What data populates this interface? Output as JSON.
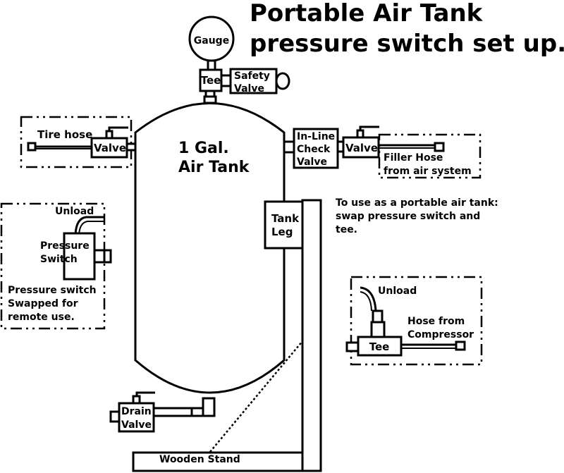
{
  "title": {
    "line1": "Portable Air Tank",
    "line2": "pressure switch set up."
  },
  "labels": {
    "gauge": "Gauge",
    "tee_top": "Tee",
    "safety_valve_1": "Safety",
    "safety_valve_2": "Valve",
    "tank_1": "1 Gal.",
    "tank_2": "Air Tank",
    "tire_hose": "Tire hose",
    "valve_left": "Valve",
    "check_valve_1": "In-Line",
    "check_valve_2": "Check",
    "check_valve_3": "Valve",
    "valve_right": "Valve",
    "filler_hose_1": "Filler Hose",
    "filler_hose_2": "from air system",
    "tank_leg_1": "Tank",
    "tank_leg_2": "Leg",
    "unload_left": "Unload",
    "pressure_switch_1": "Pressure",
    "pressure_switch_2": "Switch",
    "swap_note_1": "Pressure switch",
    "swap_note_2": "Swapped for",
    "swap_note_3": "remote use.",
    "portable_note_1": "To use as a portable air tank:",
    "portable_note_2": "swap pressure switch and",
    "portable_note_3": "tee.",
    "unload_right": "Unload",
    "hose_compressor_1": "Hose from",
    "hose_compressor_2": "Compressor",
    "tee_bottom": "Tee",
    "drain_valve_1": "Drain",
    "drain_valve_2": "Valve",
    "wooden_stand": "Wooden Stand"
  }
}
